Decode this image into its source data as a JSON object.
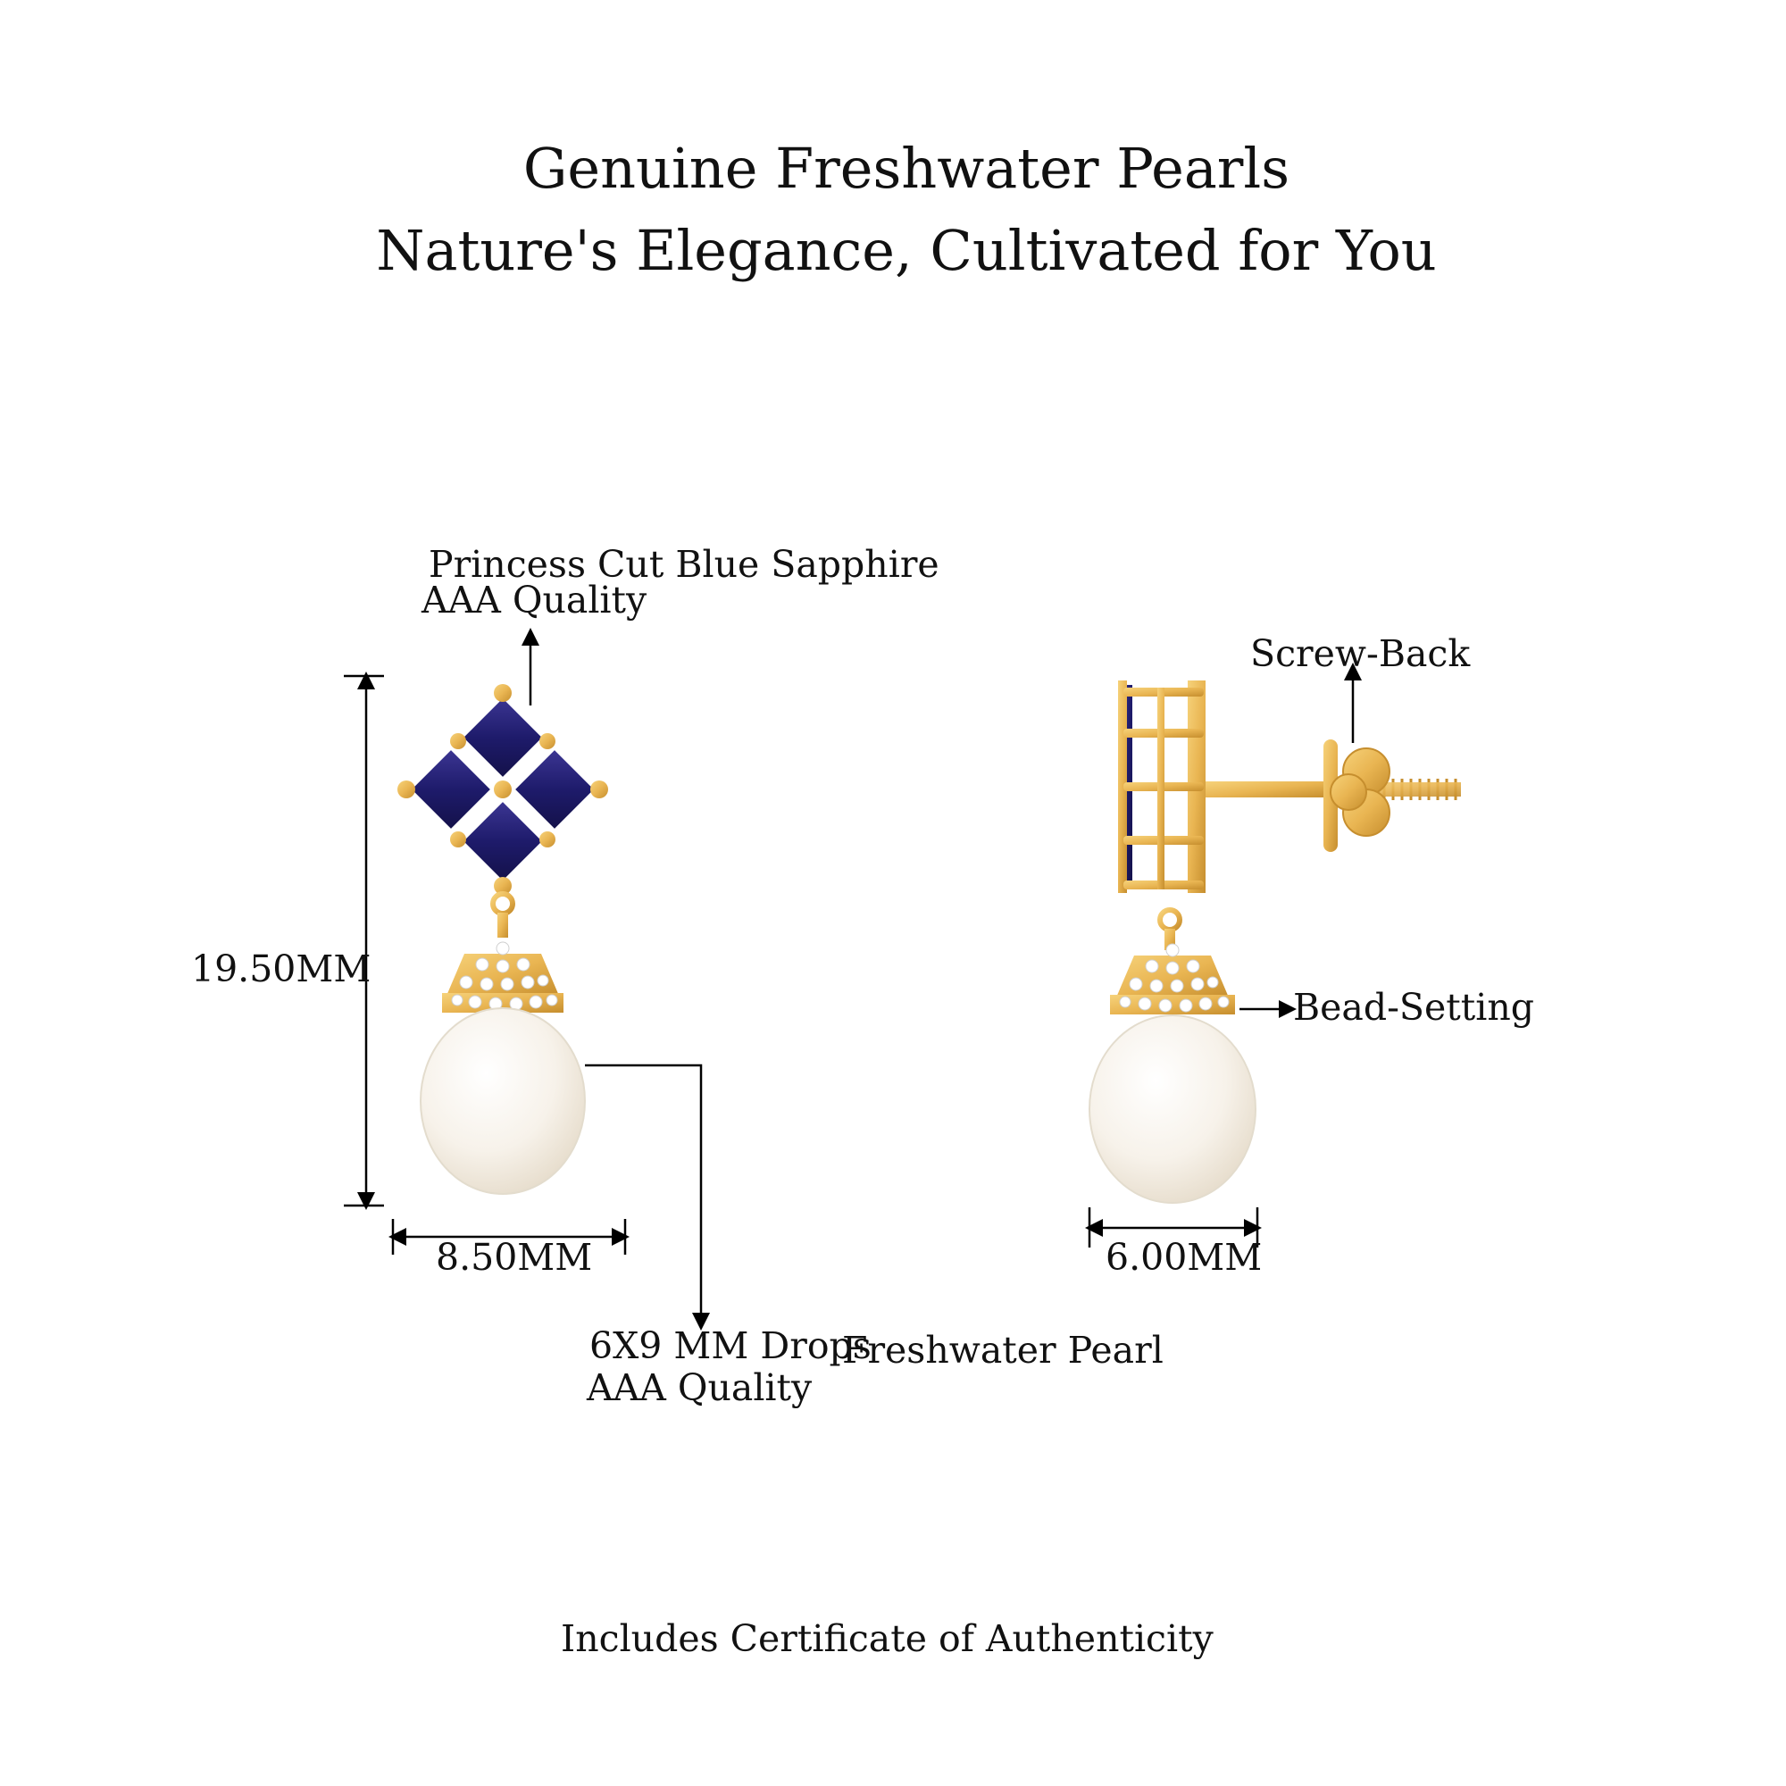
{
  "header": {
    "title": "Genuine Freshwater Pearls",
    "subtitle": "Nature's Elegance, Cultivated for You"
  },
  "front_view": {
    "sapphire_label_line1": "Princess Cut Blue Sapphire",
    "sapphire_label_line2": "AAA Quality",
    "height_label": "19.50MM",
    "width_label": "8.50MM",
    "pearl_label_line1": "6X9 MM Drops",
    "pearl_label_line1b": "Freshwater Pearl",
    "pearl_label_line2": "AAA Quality"
  },
  "side_view": {
    "screw_back_label": "Screw-Back",
    "bead_setting_label": "Bead-Setting",
    "width_label": "6.00MM"
  },
  "footer": {
    "certificate_text": "Includes Certificate of Authenticity"
  },
  "colors": {
    "gold": "#E9B552",
    "gold_dark": "#C68E2E",
    "sapphire": "#1E1B6B",
    "pearl": "#FBF8F2"
  }
}
